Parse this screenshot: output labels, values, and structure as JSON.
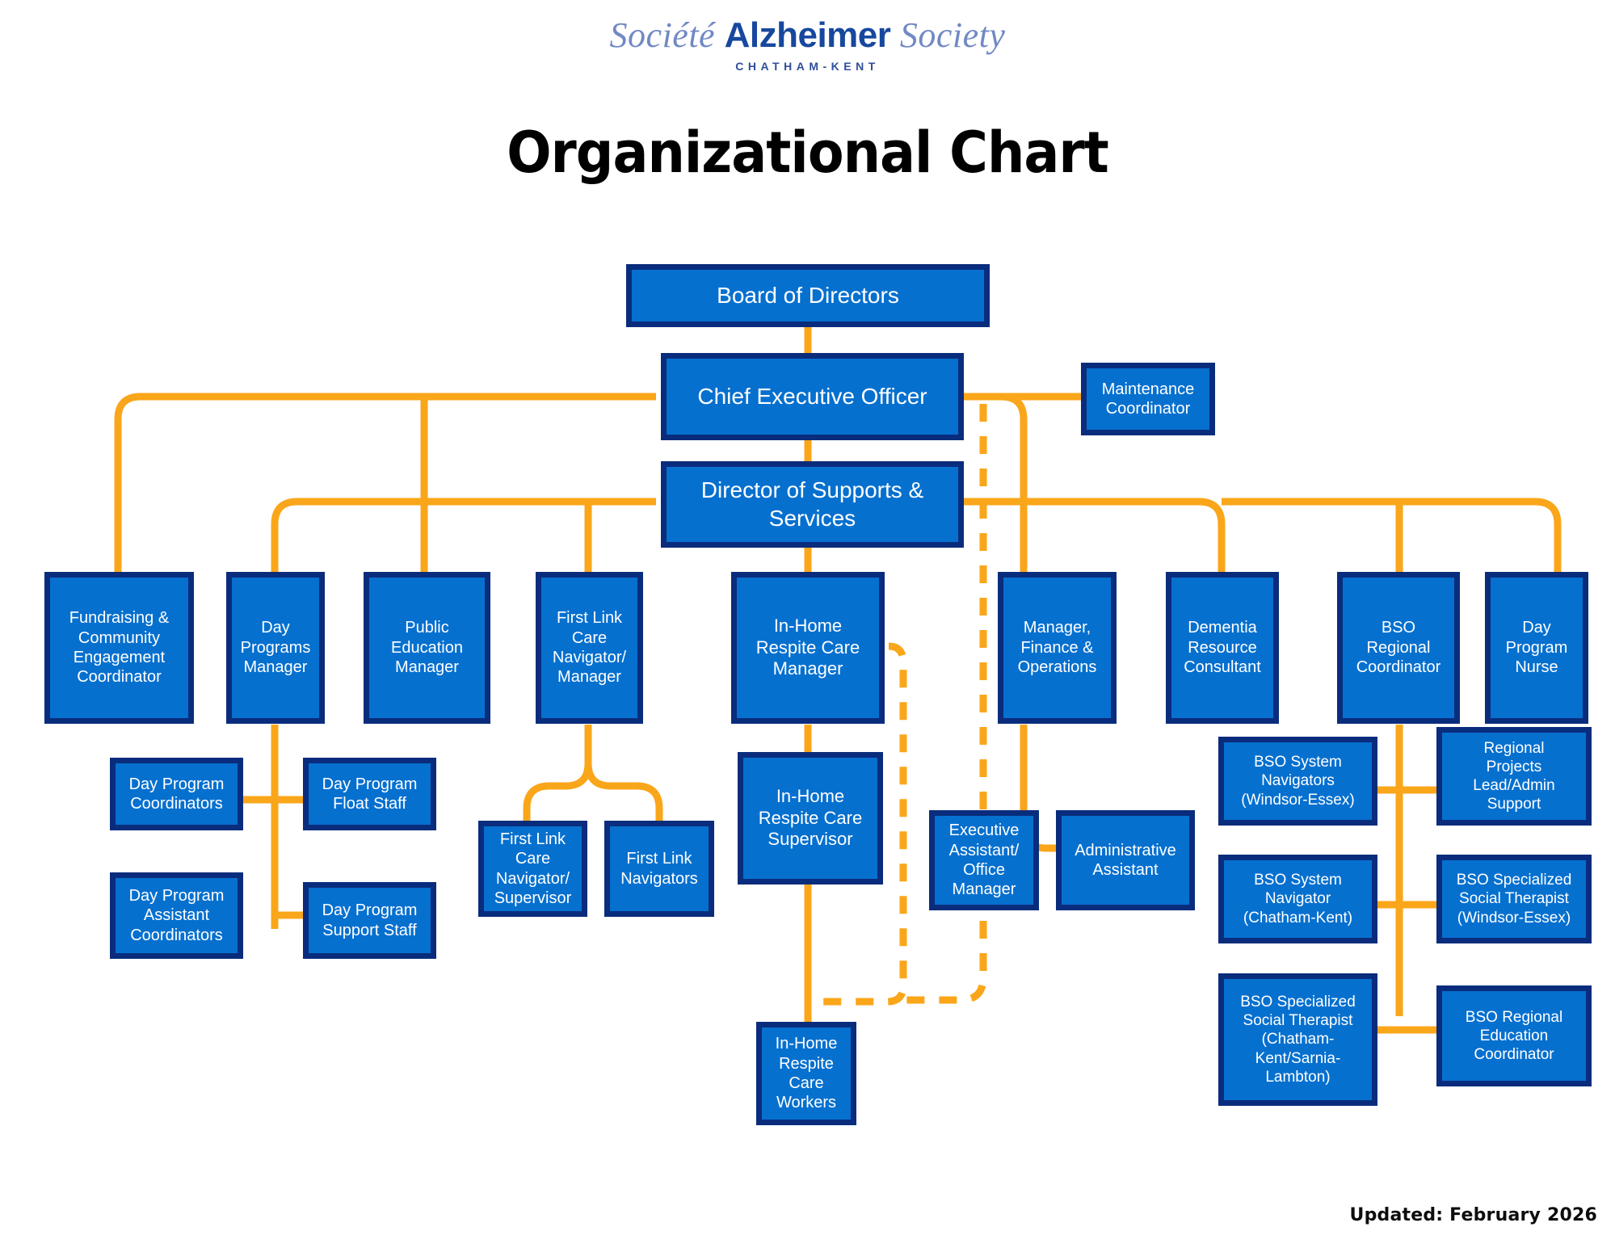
{
  "logo": {
    "word1": "Société ",
    "word2": "Alzheimer",
    "word3": " Society",
    "subtitle": "CHATHAM-KENT"
  },
  "title": "Organizational Chart",
  "footer": "Updated: February 2026",
  "colors": {
    "box_fill": "#0670cf",
    "box_border": "#0a2c7c",
    "connector": "#faa61a",
    "title_text": "#000000",
    "box_text": "#ffffff",
    "logo_blue": "#17489e",
    "logo_light": "#7189c4"
  },
  "chart_data": {
    "type": "diagram",
    "title": "Organizational Chart",
    "nodes": [
      {
        "id": "board",
        "label": "Board of Directors"
      },
      {
        "id": "ceo",
        "label": "Chief Executive Officer"
      },
      {
        "id": "maintenance",
        "label": "Maintenance\nCoordinator"
      },
      {
        "id": "director",
        "label": "Director of Supports &\nServices"
      },
      {
        "id": "fundraising",
        "label": "Fundraising &\nCommunity\nEngagement\nCoordinator"
      },
      {
        "id": "dayprog-mgr",
        "label": "Day\nPrograms\nManager"
      },
      {
        "id": "pubed-mgr",
        "label": "Public\nEducation\nManager"
      },
      {
        "id": "firstlink-mgr",
        "label": "First Link\nCare\nNavigator/\nManager"
      },
      {
        "id": "respite-mgr",
        "label": "In-Home\nRespite Care\nManager"
      },
      {
        "id": "finance-mgr",
        "label": "Manager,\nFinance &\nOperations"
      },
      {
        "id": "dementia-rc",
        "label": "Dementia\nResource\nConsultant"
      },
      {
        "id": "bso-regional",
        "label": "BSO\nRegional\nCoordinator"
      },
      {
        "id": "day-nurse",
        "label": "Day\nProgram\nNurse"
      },
      {
        "id": "dp-coord",
        "label": "Day Program\nCoordinators"
      },
      {
        "id": "dp-float",
        "label": "Day Program\nFloat Staff"
      },
      {
        "id": "dp-asst",
        "label": "Day Program\nAssistant\nCoordinators"
      },
      {
        "id": "dp-support",
        "label": "Day Program\nSupport Staff"
      },
      {
        "id": "fl-super",
        "label": "First Link\nCare\nNavigator/\nSupervisor"
      },
      {
        "id": "fl-nav",
        "label": "First Link\nNavigators"
      },
      {
        "id": "respite-super",
        "label": "In-Home\nRespite Care\nSupervisor"
      },
      {
        "id": "respite-workers",
        "label": "In-Home\nRespite\nCare\nWorkers"
      },
      {
        "id": "exec-asst",
        "label": "Executive\nAssistant/\nOffice\nManager"
      },
      {
        "id": "admin-asst",
        "label": "Administrative\nAssistant"
      },
      {
        "id": "bso-nav-we",
        "label": "BSO System\nNavigators\n(Windsor-Essex)"
      },
      {
        "id": "bso-nav-ck",
        "label": "BSO System\nNavigator\n(Chatham-Kent)"
      },
      {
        "id": "bso-therapist-ck",
        "label": "BSO Specialized\nSocial Therapist\n(Chatham-\nKent/Sarnia-\nLambton)"
      },
      {
        "id": "regional-proj",
        "label": "Regional\nProjects\nLead/Admin\nSupport"
      },
      {
        "id": "bso-therapist-we",
        "label": "BSO Specialized\nSocial Therapist\n(Windsor-Essex)"
      },
      {
        "id": "bso-edu",
        "label": "BSO Regional\nEducation\nCoordinator"
      }
    ],
    "edges": [
      {
        "from": "board",
        "to": "ceo",
        "style": "solid"
      },
      {
        "from": "ceo",
        "to": "maintenance",
        "style": "solid"
      },
      {
        "from": "ceo",
        "to": "director",
        "style": "solid"
      },
      {
        "from": "ceo",
        "to": "fundraising",
        "style": "solid"
      },
      {
        "from": "ceo",
        "to": "pubed-mgr",
        "style": "solid"
      },
      {
        "from": "ceo",
        "to": "finance-mgr",
        "style": "solid"
      },
      {
        "from": "ceo",
        "to": "respite-workers",
        "style": "dashed"
      },
      {
        "from": "director",
        "to": "dayprog-mgr",
        "style": "solid"
      },
      {
        "from": "director",
        "to": "firstlink-mgr",
        "style": "solid"
      },
      {
        "from": "director",
        "to": "respite-mgr",
        "style": "solid"
      },
      {
        "from": "director",
        "to": "dementia-rc",
        "style": "solid"
      },
      {
        "from": "director",
        "to": "bso-regional",
        "style": "solid"
      },
      {
        "from": "director",
        "to": "day-nurse",
        "style": "solid"
      },
      {
        "from": "dayprog-mgr",
        "to": "dp-coord",
        "style": "solid"
      },
      {
        "from": "dayprog-mgr",
        "to": "dp-float",
        "style": "solid"
      },
      {
        "from": "dayprog-mgr",
        "to": "dp-asst",
        "style": "solid"
      },
      {
        "from": "dayprog-mgr",
        "to": "dp-support",
        "style": "solid"
      },
      {
        "from": "firstlink-mgr",
        "to": "fl-super",
        "style": "solid"
      },
      {
        "from": "firstlink-mgr",
        "to": "fl-nav",
        "style": "solid"
      },
      {
        "from": "respite-mgr",
        "to": "respite-super",
        "style": "solid"
      },
      {
        "from": "respite-mgr",
        "to": "respite-workers",
        "style": "dashed"
      },
      {
        "from": "respite-super",
        "to": "respite-workers",
        "style": "solid"
      },
      {
        "from": "finance-mgr",
        "to": "exec-asst",
        "style": "solid"
      },
      {
        "from": "finance-mgr",
        "to": "admin-asst",
        "style": "solid"
      },
      {
        "from": "bso-regional",
        "to": "bso-nav-we",
        "style": "solid"
      },
      {
        "from": "bso-regional",
        "to": "regional-proj",
        "style": "solid"
      },
      {
        "from": "bso-regional",
        "to": "bso-nav-ck",
        "style": "solid"
      },
      {
        "from": "bso-regional",
        "to": "bso-therapist-we",
        "style": "solid"
      },
      {
        "from": "bso-regional",
        "to": "bso-therapist-ck",
        "style": "solid"
      },
      {
        "from": "bso-regional",
        "to": "bso-edu",
        "style": "solid"
      }
    ]
  }
}
